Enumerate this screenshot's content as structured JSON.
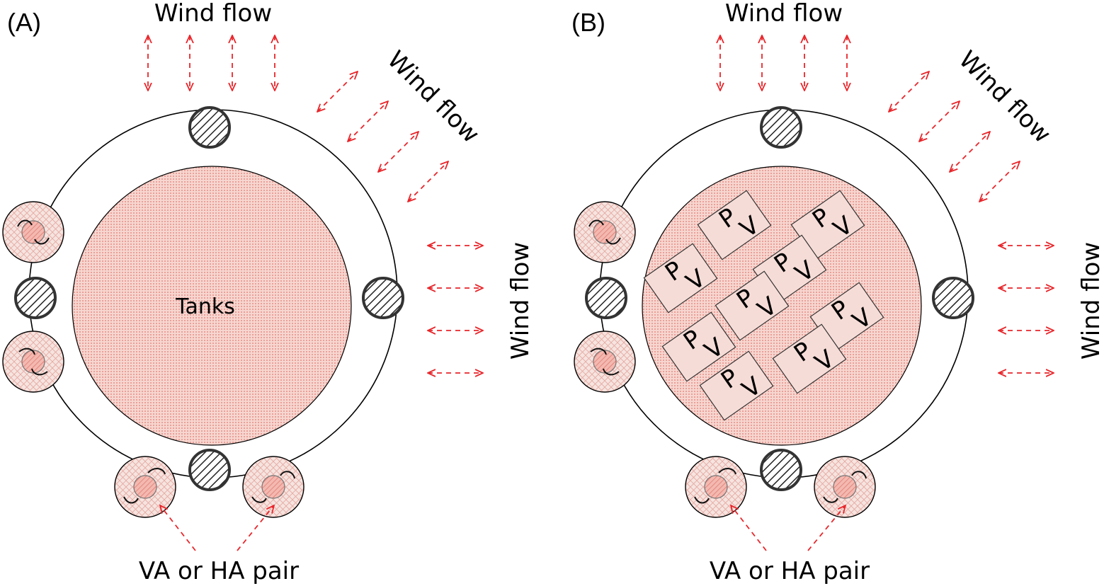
{
  "panels": [
    {
      "id": "A",
      "label": "(A)",
      "center_label": "Tanks"
    },
    {
      "id": "B",
      "label": "(B)",
      "pv_letters": [
        "P",
        "V"
      ]
    }
  ],
  "labels": {
    "wind_flow": "Wind flow",
    "device_pair": "VA or HA pair"
  },
  "colors": {
    "arrow": "#e8262b",
    "tank_fill": "#f4c9c2",
    "device_fill": "#f3ddd7",
    "outline": "#000000",
    "pv_fill": "#f6dcd7",
    "pillar_outline": "#333333"
  },
  "icons": {
    "pillar": "hatched-pillar-icon",
    "device": "turbine-pair-icon",
    "arrow": "dashed-double-arrow-icon"
  }
}
